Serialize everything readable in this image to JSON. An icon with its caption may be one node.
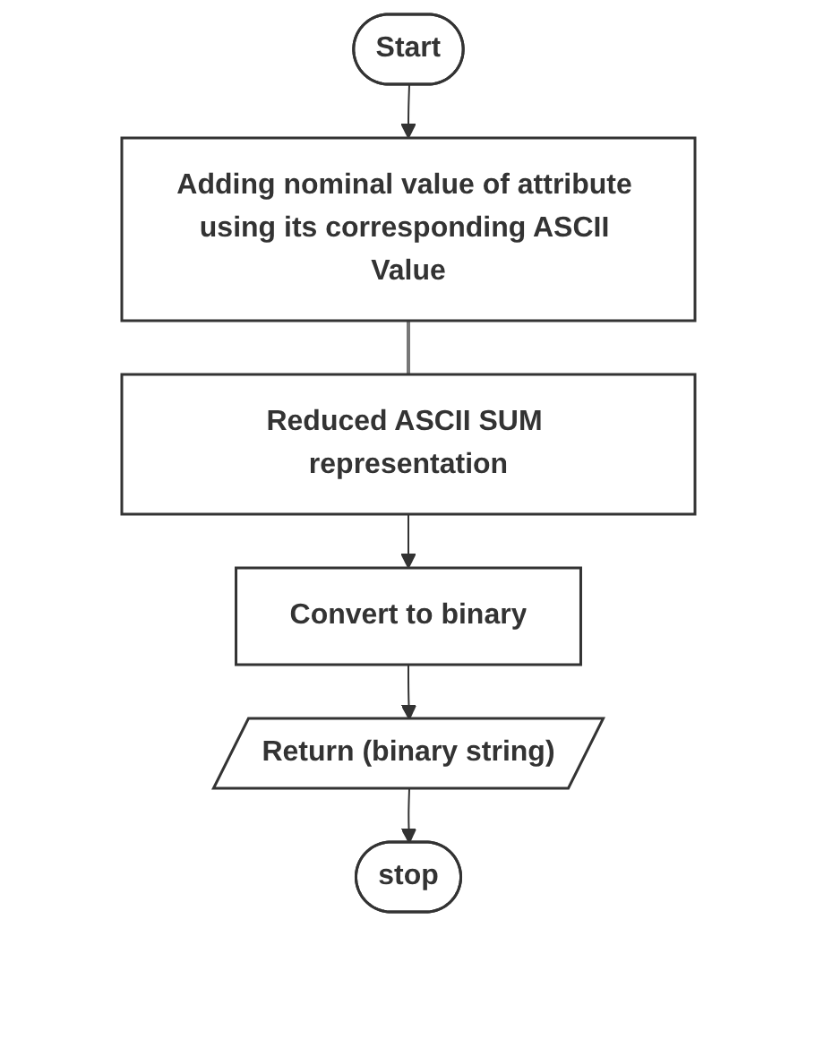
{
  "diagram": {
    "nodes": [
      {
        "text": [
          "Start"
        ]
      },
      {
        "text": [
          "Adding nominal value of attribute using its corresponding ASCII Value"
        ]
      },
      {
        "text": [
          "Reduced ASCII SUM representation"
        ]
      },
      {
        "text": [
          "Convert to binary"
        ]
      },
      {
        "text": [
          "Return (binary string)"
        ]
      },
      {
        "text": [
          "stop"
        ]
      }
    ],
    "edges": [
      {
        "from": 0,
        "to": 1,
        "arrow": "to"
      },
      {
        "from": 1,
        "to": 2,
        "arrow": "none",
        "color": "#777777"
      },
      {
        "from": 2,
        "to": 3,
        "arrow": "to"
      },
      {
        "from": 3,
        "to": 4,
        "arrow": "to"
      },
      {
        "from": 4,
        "to": 5,
        "arrow": "to"
      }
    ]
  }
}
